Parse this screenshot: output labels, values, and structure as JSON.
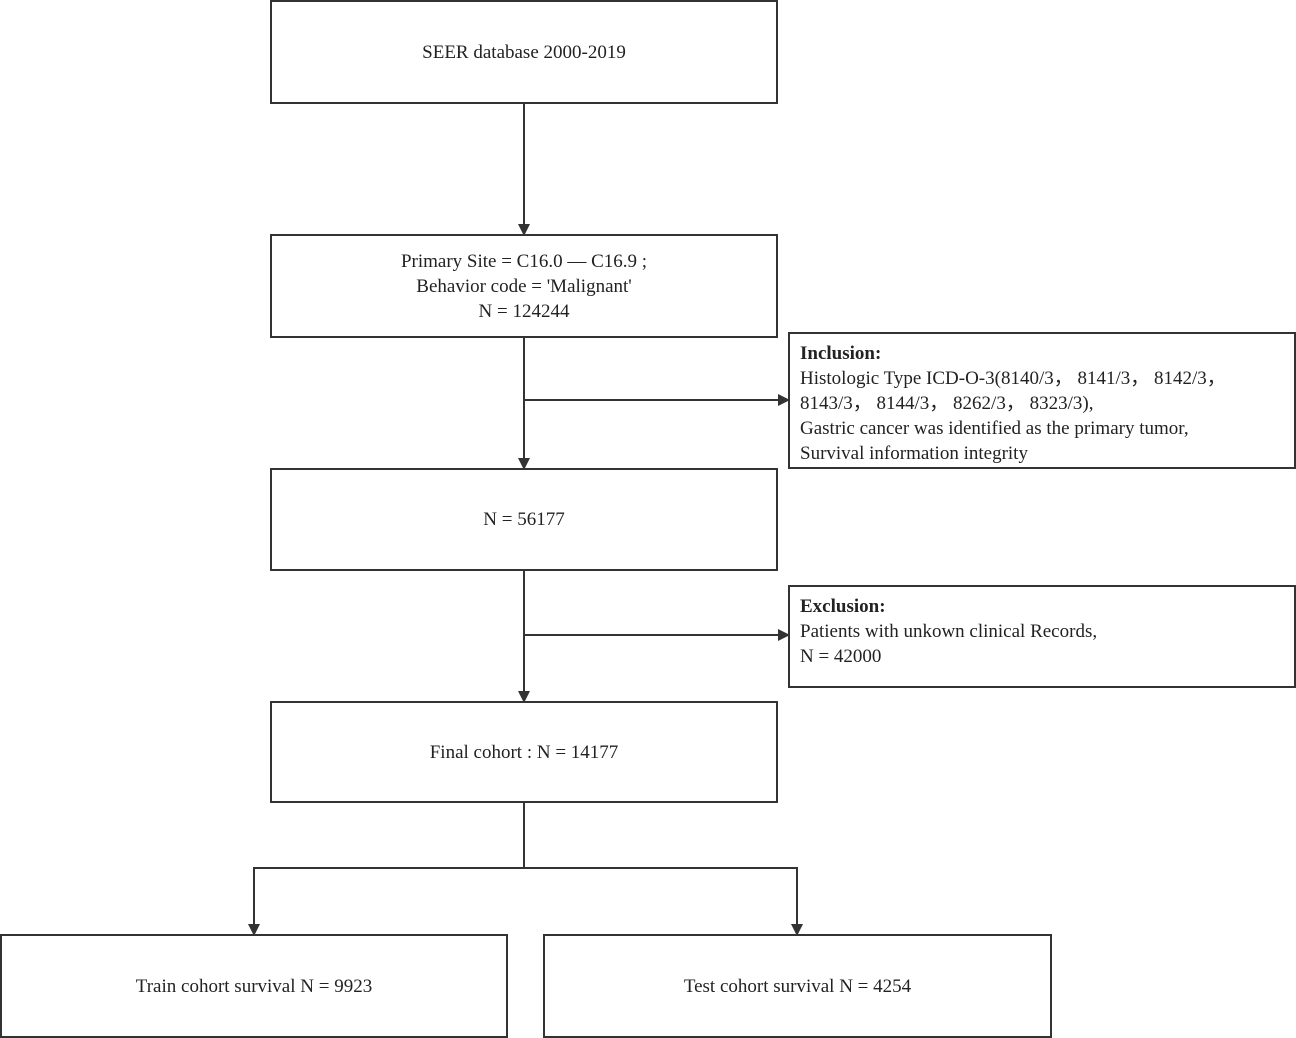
{
  "boxes": {
    "seer": {
      "lines": [
        "SEER database 2000-2019"
      ]
    },
    "primary_site": {
      "lines": [
        "Primary Site = C16.0 — C16.9 ;",
        "Behavior code = 'Malignant'",
        "N = 124244"
      ]
    },
    "inclusion": {
      "heading": "Inclusion:",
      "lines": [
        "Histologic Type ICD-O-3(8140/3， 8141/3， 8142/3，",
        "8143/3， 8144/3， 8262/3， 8323/3),",
        "Gastric cancer was identified as the primary tumor,",
        "Survival information integrity"
      ]
    },
    "n_56177": {
      "lines": [
        "N = 56177"
      ]
    },
    "exclusion": {
      "heading": "Exclusion:",
      "lines": [
        "Patients with unkown clinical Records,",
        "N = 42000"
      ]
    },
    "final": {
      "lines": [
        "Final cohort : N = 14177"
      ]
    },
    "train": {
      "lines": [
        "Train cohort survival N = 9923"
      ]
    },
    "test": {
      "lines": [
        "Test cohort survival N = 4254"
      ]
    }
  }
}
